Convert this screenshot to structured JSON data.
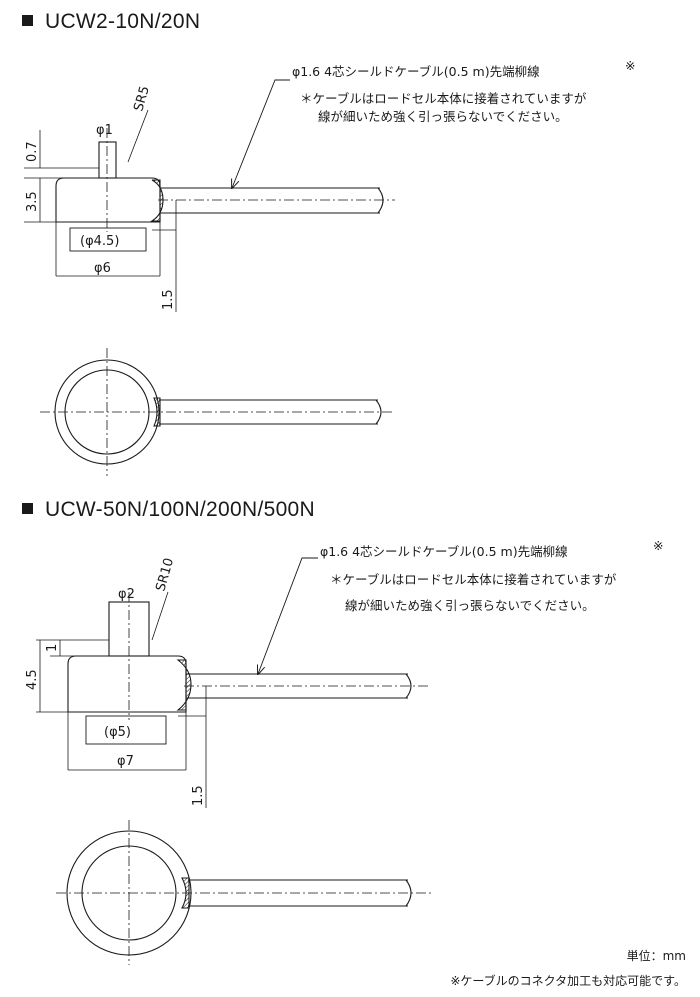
{
  "sections": [
    {
      "title": "UCW2-10N/20N",
      "cable_label": "φ1.6  4芯シールドケーブル(0.5 m)先端柳線",
      "cable_mark": "※",
      "note_line1": "＊ケーブルはロードセル本体に接着されていますが",
      "note_line2": "線が細いため強く引っ張らないでください。",
      "dims": {
        "sr": "SR5",
        "pin": "φ1",
        "top": "0.7",
        "height": "3.5",
        "inner": "(φ4.5)",
        "outer": "φ6",
        "side": "1.5"
      }
    },
    {
      "title": "UCW-50N/100N/200N/500N",
      "cable_label": "φ1.6  4芯シールドケーブル(0.5 m)先端柳線",
      "cable_mark": "※",
      "note_line1": "＊ケーブルはロードセル本体に接着されていますが",
      "note_line2": "線が細いため強く引っ張らないでください。",
      "dims": {
        "sr": "SR10",
        "pin": "φ2",
        "top": "1",
        "height": "4.5",
        "inner": "(φ5)",
        "outer": "φ7",
        "side": "1.5"
      }
    }
  ],
  "footer": {
    "unit": "単位：mm",
    "connector_note": "※ケーブルのコネクタ加工も対応可能です。"
  }
}
